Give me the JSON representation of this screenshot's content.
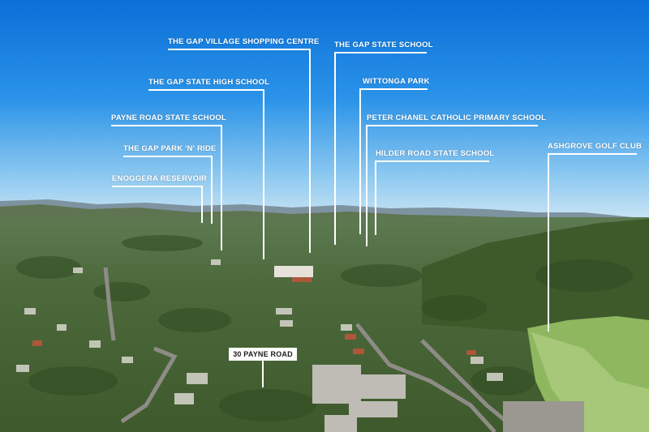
{
  "labels": {
    "village_shopping": "THE GAP VILLAGE SHOPPING CENTRE",
    "state_school": "THE GAP STATE SCHOOL",
    "state_high": "THE GAP STATE HIGH SCHOOL",
    "wittonga": "WITTONGA PARK",
    "payne_road_school": "PAYNE ROAD STATE SCHOOL",
    "peter_chanel": "PETER CHANEL CATHOLIC PRIMARY SCHOOL",
    "park_n_ride": "THE GAP PARK 'N' RIDE",
    "hilder_road": "HILDER ROAD STATE SCHOOL",
    "ashgrove_golf": "ASHGROVE GOLF CLUB",
    "enoggera": "ENOGGERA RESERVOIR"
  },
  "address": "30 PAYNE ROAD"
}
